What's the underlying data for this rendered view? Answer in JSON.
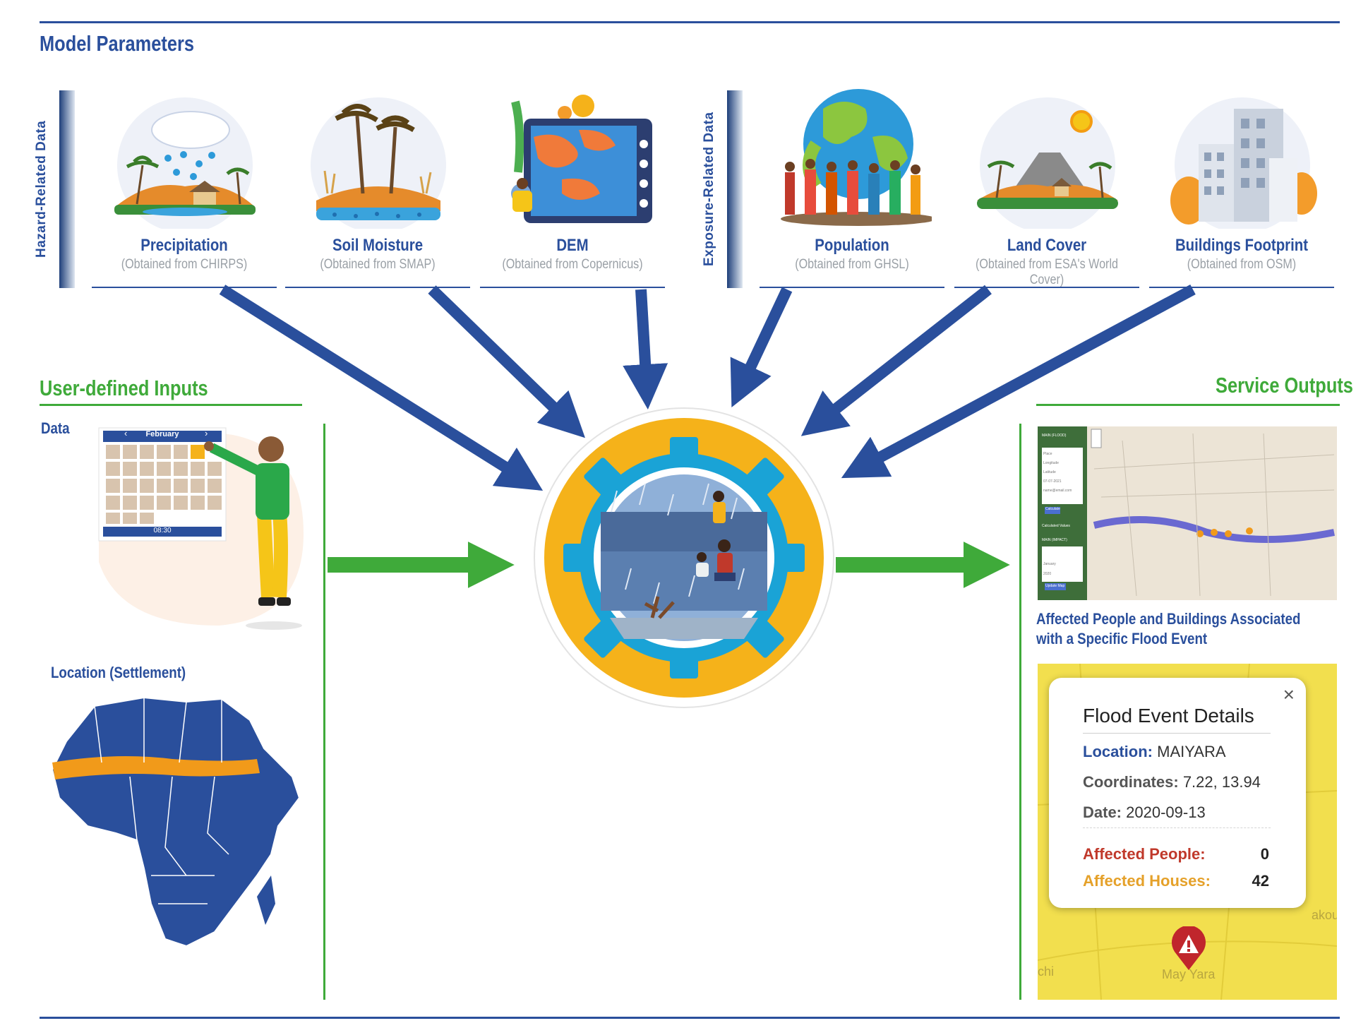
{
  "sections": {
    "model_parameters": "Model Parameters",
    "user_inputs": "User-defined Inputs",
    "service_outputs": "Service Outputs"
  },
  "side_labels": {
    "hazard": "Hazard-Related Data",
    "exposure": "Exposure-Related Data"
  },
  "parameters": [
    {
      "title": "Precipitation",
      "source": "(Obtained from CHIRPS)",
      "icon": "rain-island-icon"
    },
    {
      "title": "Soil Moisture",
      "source": "(Obtained from SMAP)",
      "icon": "palm-soil-icon"
    },
    {
      "title": "DEM",
      "source": "(Obtained from Copernicus)",
      "icon": "tablet-map-icon"
    },
    {
      "title": "Population",
      "source": "(Obtained from GHSL)",
      "icon": "globe-people-icon"
    },
    {
      "title": "Land Cover",
      "source": "(Obtained from ESA's World Cover)",
      "icon": "volcano-island-icon"
    },
    {
      "title": "Buildings Footprint",
      "source": "(Obtained from OSM)",
      "icon": "buildings-icon"
    }
  ],
  "inputs": {
    "data_label": "Data",
    "location_label": "Location (Settlement)",
    "calendar": {
      "month": "February",
      "time": "08:30",
      "prev": "‹",
      "next": "›"
    }
  },
  "outputs": {
    "caption_line1": "Affected People and Buildings Associated",
    "caption_line2": "with a Specific Flood Event",
    "popup": {
      "title": "Flood Event Details",
      "close": "×",
      "location_label": "Location:",
      "location_value": "MAIYARA",
      "coordinates_label": "Coordinates:",
      "coordinates_value": "7.22, 13.94",
      "date_label": "Date:",
      "date_value": "2020-09-13",
      "people_label": "Affected People:",
      "people_value": "0",
      "houses_label": "Affected Houses:",
      "houses_value": "42"
    },
    "map_labels": {
      "place": "May Yara",
      "left": "chi",
      "right": "akou"
    },
    "app_form": {
      "header": "MAIN (FLOOD)",
      "fields": [
        "Place",
        "Longitude",
        "Latitude",
        "07-07-2021",
        "name@email.com"
      ],
      "button": "Calculate",
      "section2": "Calculated Values",
      "section3": "MAIN (IMPACT)",
      "select1": "January",
      "select2": "2020",
      "button2": "Update Map"
    }
  },
  "colors": {
    "blue": "#2a4f9c",
    "green": "#3faa3a",
    "gear_orange": "#f5b21a",
    "gear_cyan": "#1aa3d6",
    "people_red": "#c0392b",
    "houses_orange": "#e5a12a",
    "map_yellow": "#f2df4e",
    "africa_blue": "#2a4f9c",
    "sahel_orange": "#f19a1a"
  }
}
